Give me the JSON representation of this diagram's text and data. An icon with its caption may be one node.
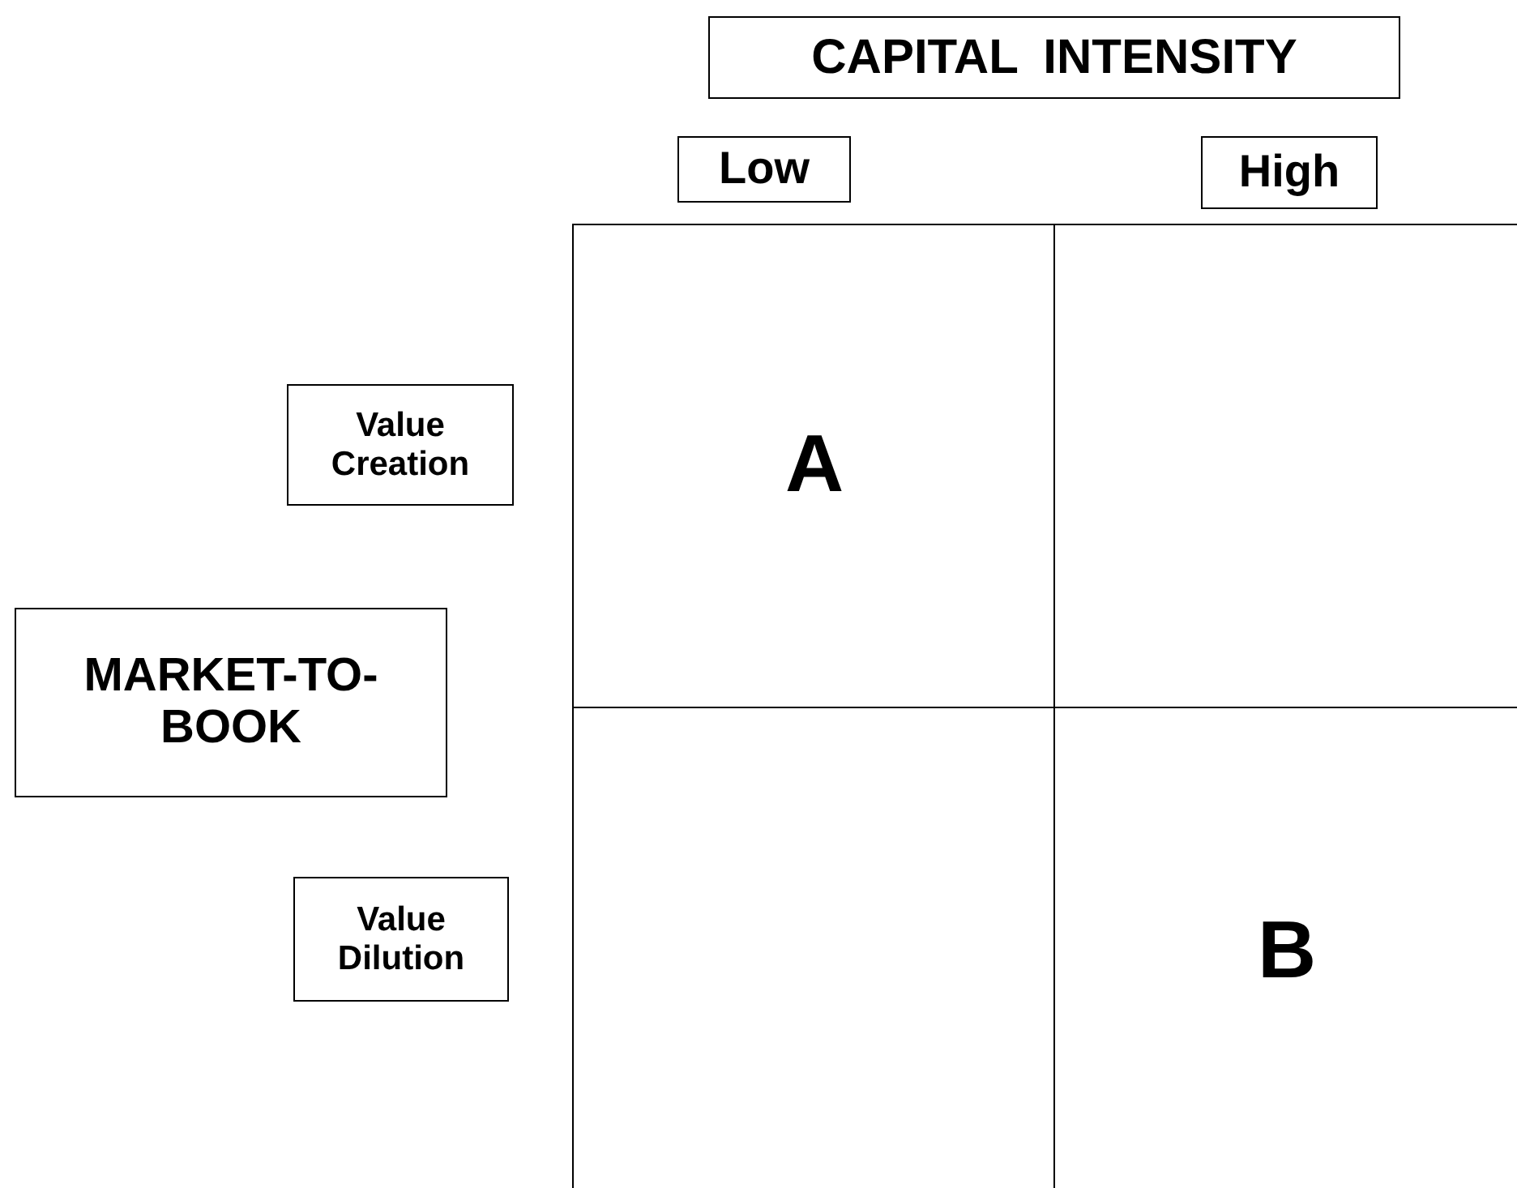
{
  "diagram": {
    "nodes": [
      {
        "text": [
          "CAPITAL INTENSITY"
        ]
      },
      {
        "text": [
          "Low"
        ]
      },
      {
        "text": [
          "High"
        ]
      },
      {
        "text": [
          "A"
        ]
      },
      {
        "text": [],
        "shape": "box"
      },
      {
        "text": [
          "Value Creation"
        ]
      },
      {
        "text": [
          "MARKET-TO-BOOK"
        ]
      },
      {
        "text": [],
        "shape": "box"
      },
      {
        "text": [
          "B"
        ]
      },
      {
        "text": [
          "Value Dilution"
        ]
      }
    ]
  }
}
